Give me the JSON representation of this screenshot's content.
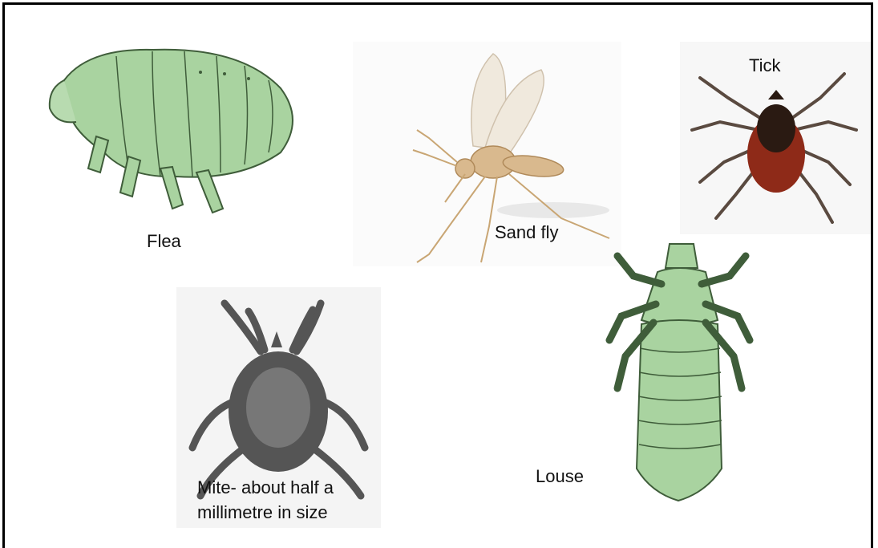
{
  "insects": {
    "flea": {
      "label": "Flea",
      "icon": "flea-icon"
    },
    "sand_fly": {
      "label": "Sand fly",
      "icon": "sand-fly-icon"
    },
    "tick": {
      "label": "Tick",
      "icon": "tick-icon"
    },
    "louse": {
      "label": "Louse",
      "icon": "louse-icon"
    },
    "mite": {
      "label": "Mite- about half a\nmillimetre in size",
      "icon": "mite-icon"
    }
  },
  "colors": {
    "flea_body": "#a9d3a0",
    "louse_body": "#a9d3a0",
    "outline": "#3f5d3a",
    "sand_fly_body": "#d9b98e",
    "tick_red": "#8e2a18",
    "tick_dark": "#2a1a12",
    "mite_body": "#555555"
  }
}
